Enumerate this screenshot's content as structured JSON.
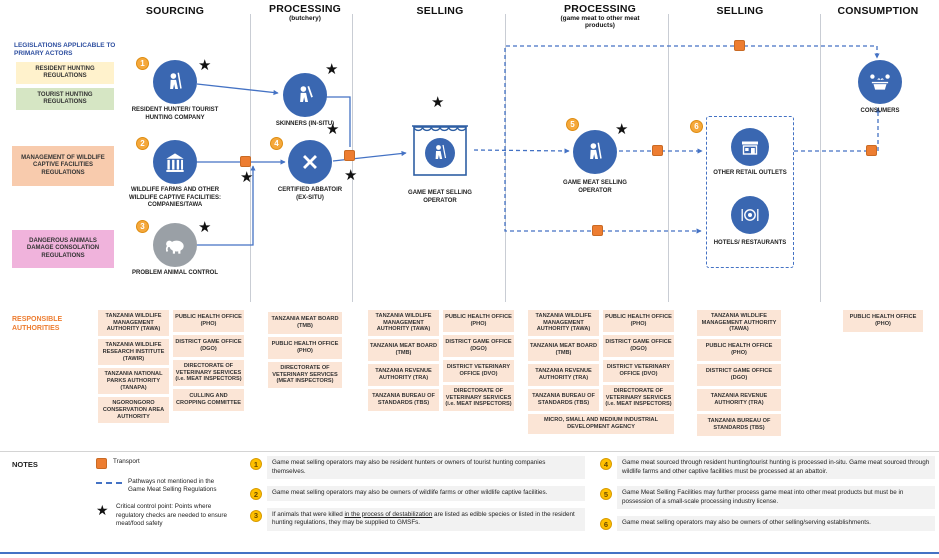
{
  "colors": {
    "node_blue": "#3A67B1",
    "line_blue": "#4472C4",
    "transport_orange": "#ED7D31",
    "authority_bg": "#FBE5D6",
    "badge_yellow": "#FFC000",
    "legislation_yellow": "#FFF2CC",
    "legislation_green": "#D6E6C4",
    "legislation_orange": "#F8CBAD",
    "legislation_pink": "#F0B3DC"
  },
  "icons": {
    "star": "★"
  },
  "columns": [
    {
      "title": "SOURCING",
      "subtitle": ""
    },
    {
      "title": "PROCESSING",
      "subtitle": "(butchery)"
    },
    {
      "title": "SELLING",
      "subtitle": ""
    },
    {
      "title": "PROCESSING",
      "subtitle": "(game meat to other meat products)"
    },
    {
      "title": "SELLING",
      "subtitle": ""
    },
    {
      "title": "CONSUMPTION",
      "subtitle": ""
    }
  ],
  "legislations": {
    "title": "LEGISLATIONS APPLICABLE TO PRIMARY ACTORS",
    "items": [
      {
        "label": "RESIDENT HUNTING REGULATIONS",
        "color": "#FFF2CC"
      },
      {
        "label": "TOURIST HUNTING REGULATIONS",
        "color": "#D6E6C4"
      },
      {
        "label": "MANAGEMENT OF WILDLIFE CAPTIVE FACILITIES REGULATIONS",
        "color": "#F8CBAD"
      },
      {
        "label": "DANGEROUS ANIMALS DAMAGE CONSOLATION REGULATIONS",
        "color": "#F0B3DC"
      }
    ]
  },
  "nodes": {
    "resident_hunter": {
      "label": "RESIDENT HUNTER/ TOURIST HUNTING COMPANY",
      "badge": "1"
    },
    "skinners": {
      "label": "SKINNERS (IN-SITU)"
    },
    "wildlife_farms": {
      "label": "WILDLIFE FARMS AND OTHER WILDLIFE CAPTIVE FACILITIES: COMPANIES/TAWA",
      "badge": "2"
    },
    "abbatoir": {
      "label": "CERTIFIED ABBATOIR (EX-SITU)",
      "badge": "4"
    },
    "problem_animal": {
      "label": "PROBLEM ANIMAL CONTROL",
      "badge": "3"
    },
    "gmso1": {
      "label": "GAME MEAT SELLING OPERATOR"
    },
    "gmso2": {
      "label": "GAME MEAT SELLING OPERATOR",
      "badge": "5"
    },
    "group_badge": "6",
    "retail": {
      "label": "OTHER RETAIL OUTLETS"
    },
    "hotels": {
      "label": "HOTELS/ RESTAURANTS"
    },
    "consumers": {
      "label": "CONSUMERS"
    }
  },
  "authorities": {
    "title": "RESPONSIBLE AUTHORITIES",
    "col1_left": [
      "TANZANIA WILDLIFE MANAGEMENT AUTHORITY (TAWA)",
      "TANZANIA WILDLIFE RESEARCH INSTITUTE (TAWIR)",
      "TANZANIA NATIONAL PARKS AUTHORITY (TANAPA)",
      "NGORONGORO CONSERVATION AREA AUTHORITY"
    ],
    "col1_right": [
      "PUBLIC HEALTH OFFICE (PHO)",
      "DISTRICT GAME OFFICE (DGO)",
      "DIRECTORATE OF VETERINARY SERVICES (i.e. MEAT INSPECTORS)",
      "CULLING AND CROPPING COMMITTEE"
    ],
    "col2": [
      "TANZANIA MEAT BOARD (TMB)",
      "PUBLIC HEALTH OFFICE (PHO)",
      "DIRECTORATE OF VETERINARY SERVICES (MEAT INSPECTORS)"
    ],
    "col3_left": [
      "TANZANIA WILDLIFE MANAGEMENT AUTHORITY (TAWA)",
      "TANZANIA MEAT BOARD (TMB)",
      "TANZANIA REVENUE AUTHORITY (TRA)",
      "TANZANIA BUREAU OF STANDARDS (TBS)"
    ],
    "col3_right": [
      "PUBLIC HEALTH OFFICE (PHO)",
      "DISTRICT GAME OFFICE (DGO)",
      "DISTRICT VETERINARY OFFICE (DVO)",
      "DIRECTORATE OF VETERINARY SERVICES (i.e. MEAT INSPECTORS)"
    ],
    "col4_left": [
      "TANZANIA WILDLIFE MANAGEMENT AUTHORITY (TAWA)",
      "TANZANIA MEAT BOARD (TMB)",
      "TANZANIA REVENUE AUTHORITY (TRA)",
      "TANZANIA BUREAU OF STANDARDS (TBS)"
    ],
    "col4_right": [
      "PUBLIC HEALTH OFFICE (PHO)",
      "DISTRICT GAME OFFICE (DGO)",
      "DISTRICT VETERINARY OFFICE (DVO)",
      "DIRECTORATE OF VETERINARY SERVICES (i.e. MEAT INSPECTORS)"
    ],
    "col4_span": "MICRO, SMALL AND MEDIUM INDUSTRIAL DEVELOPMENT AGENCY",
    "col5": [
      "TANZANIA WILDLIFE MANAGEMENT AUTHORITY (TAWA)",
      "PUBLIC HEALTH OFFICE (PHO)",
      "DISTRICT GAME OFFICE (DGO)",
      "TANZANIA REVENUE AUTHORITY (TRA)",
      "TANZANIA BUREAU OF STANDARDS (TBS)"
    ],
    "col6": [
      "PUBLIC HEALTH OFFICE (PHO)"
    ]
  },
  "notes": {
    "title": "NOTES",
    "legend": [
      {
        "icon": "transport-icon",
        "label": "Transport"
      },
      {
        "icon": "dashed-line",
        "label": "Pathways not mentioned in the Game Meat Selling Regulations"
      },
      {
        "icon": "star",
        "label": "Critical control point: Points where regulatory checks are needed to ensure meat/food safety"
      }
    ],
    "items": [
      {
        "num": "1",
        "text": "Game meat selling operators  may also be resident hunters or owners of tourist hunting companies  themselves."
      },
      {
        "num": "2",
        "text": "Game meat selling operators  may also be owners of wildlife farms or other wildlife captive facilities."
      },
      {
        "num": "3",
        "pre": "If animals that were killed ",
        "underline": "in the process of destabilization",
        "post": " are listed as edible species or listed in the resident hunting regulations, they may be supplied to GMSFs."
      },
      {
        "num": "4",
        "text": "Game meat sourced through resident hunting/tourist  hunting is processed in-situ. Game meat sourced through wildlife farms and other captive facilities must be processed at an abattoir."
      },
      {
        "num": "5",
        "text": "Game Meat Selling Facilities may further process game meat into other meat products but must be in possession of a small-scale processing industry license."
      },
      {
        "num": "6",
        "text": "Game meat selling operators  may also be owners of other selling/serving establishments."
      }
    ]
  }
}
